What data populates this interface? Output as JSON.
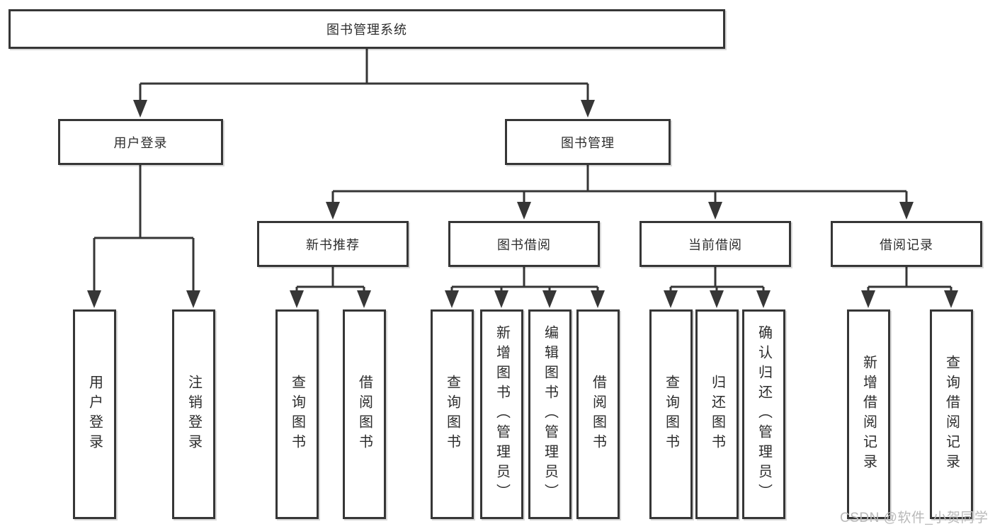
{
  "diagram": {
    "root_label": "图书管理系统",
    "level2": [
      {
        "id": "user-login",
        "label": "用户登录"
      },
      {
        "id": "book-management",
        "label": "图书管理"
      }
    ],
    "level3": [
      {
        "id": "new-books",
        "label": "新书推荐"
      },
      {
        "id": "book-borrowing",
        "label": "图书借阅"
      },
      {
        "id": "current-borrowing",
        "label": "当前借阅"
      },
      {
        "id": "borrowing-records",
        "label": "借阅记录"
      }
    ],
    "leaves": [
      {
        "parent": "user-login",
        "label": "用户登录"
      },
      {
        "parent": "user-login",
        "label": "注销登录"
      },
      {
        "parent": "new-books",
        "label": "查询图书"
      },
      {
        "parent": "new-books",
        "label": "借阅图书"
      },
      {
        "parent": "book-borrowing",
        "label": "查询图书"
      },
      {
        "parent": "book-borrowing",
        "label": "新增图书（管理员）"
      },
      {
        "parent": "book-borrowing",
        "label": "编辑图书（管理员）"
      },
      {
        "parent": "book-borrowing",
        "label": "借阅图书"
      },
      {
        "parent": "current-borrowing",
        "label": "查询图书"
      },
      {
        "parent": "current-borrowing",
        "label": "归还图书"
      },
      {
        "parent": "current-borrowing",
        "label": "确认归还（管理员）"
      },
      {
        "parent": "borrowing-records",
        "label": "新增借阅记录"
      },
      {
        "parent": "borrowing-records",
        "label": "查询借阅记录"
      }
    ]
  },
  "watermark": {
    "text": "CSDN @软件_小贺同学"
  },
  "colors": {
    "line": "#363636",
    "box_border": "#363636",
    "text": "#2d2d2d",
    "watermark": "#b9b9b9",
    "background": "#ffffff"
  }
}
